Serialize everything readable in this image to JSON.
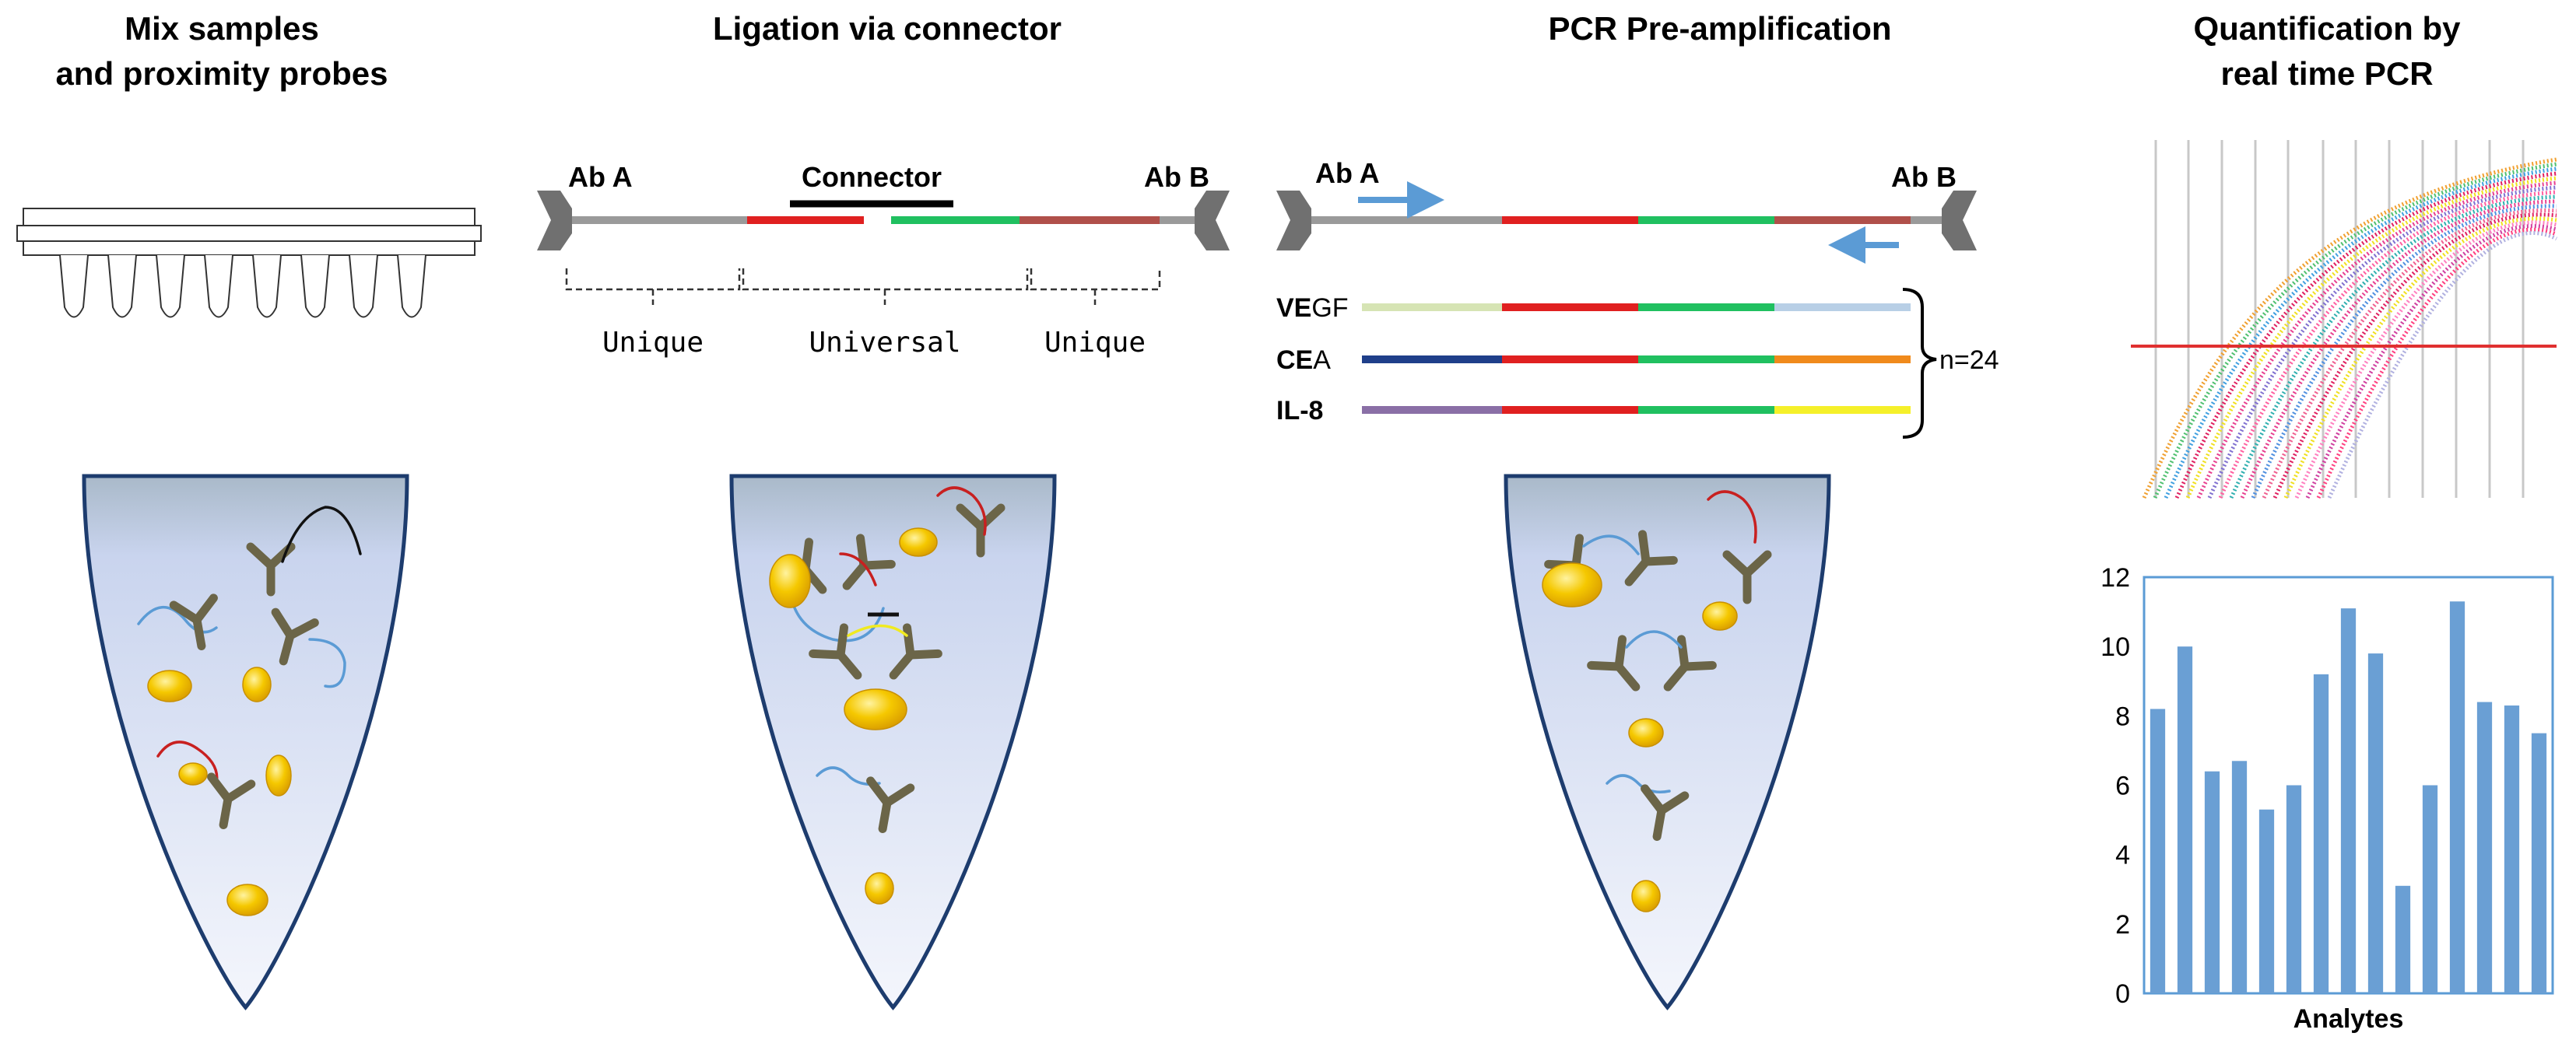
{
  "steps": [
    {
      "title_line1": "Mix samples",
      "title_line2": "and proximity probes"
    },
    {
      "title_line1": "Ligation via connector",
      "title_line2": ""
    },
    {
      "title_line1": "PCR Pre-amplification",
      "title_line2": ""
    },
    {
      "title_line1": "Quantification by",
      "title_line2": "real time PCR"
    }
  ],
  "ligation": {
    "ab_a": "Ab A",
    "ab_b": "Ab B",
    "connector": "Connector",
    "unique_left": "Unique",
    "universal": "Universal",
    "unique_right": "Unique"
  },
  "pcr": {
    "ab_a": "Ab A",
    "ab_b": "Ab B",
    "analytes": [
      {
        "bold": "VE",
        "rest": "GF",
        "color": "#d6e4b4"
      },
      {
        "bold": "CE",
        "rest": "A",
        "color": "#1f3f8a"
      },
      {
        "bold": "IL-8",
        "rest": "",
        "color": "#8a6fa6"
      }
    ],
    "tail_colors": [
      "#b8cfe6",
      "#f08a1c",
      "#f5f02a"
    ],
    "n_label": "n=24"
  },
  "colors": {
    "red": "#e02020",
    "green": "#20c060",
    "brown": "#b0504a",
    "grey": "#9a9a9a",
    "antibody": "#6b6548",
    "bead": "#f2c200",
    "arrow": "#5b9bd5",
    "bar": "#6a9fd4",
    "threshold": "#e03030"
  },
  "chart_data": {
    "type": "bar",
    "title": "",
    "xlabel": "Analytes",
    "ylabel": "",
    "ylim": [
      0,
      12
    ],
    "yticks": [
      0,
      2,
      4,
      6,
      8,
      10,
      12
    ],
    "categories": [
      "",
      "",
      "",
      "",
      "",
      "",
      "",
      "",
      "",
      "",
      "",
      "",
      "",
      "",
      "",
      "",
      "",
      "",
      ""
    ],
    "values": [
      8.2,
      10.0,
      6.4,
      6.7,
      5.3,
      6.0,
      9.2,
      11.1,
      9.8,
      3.1,
      6.0,
      11.3,
      8.4,
      8.3,
      7.5
    ]
  }
}
